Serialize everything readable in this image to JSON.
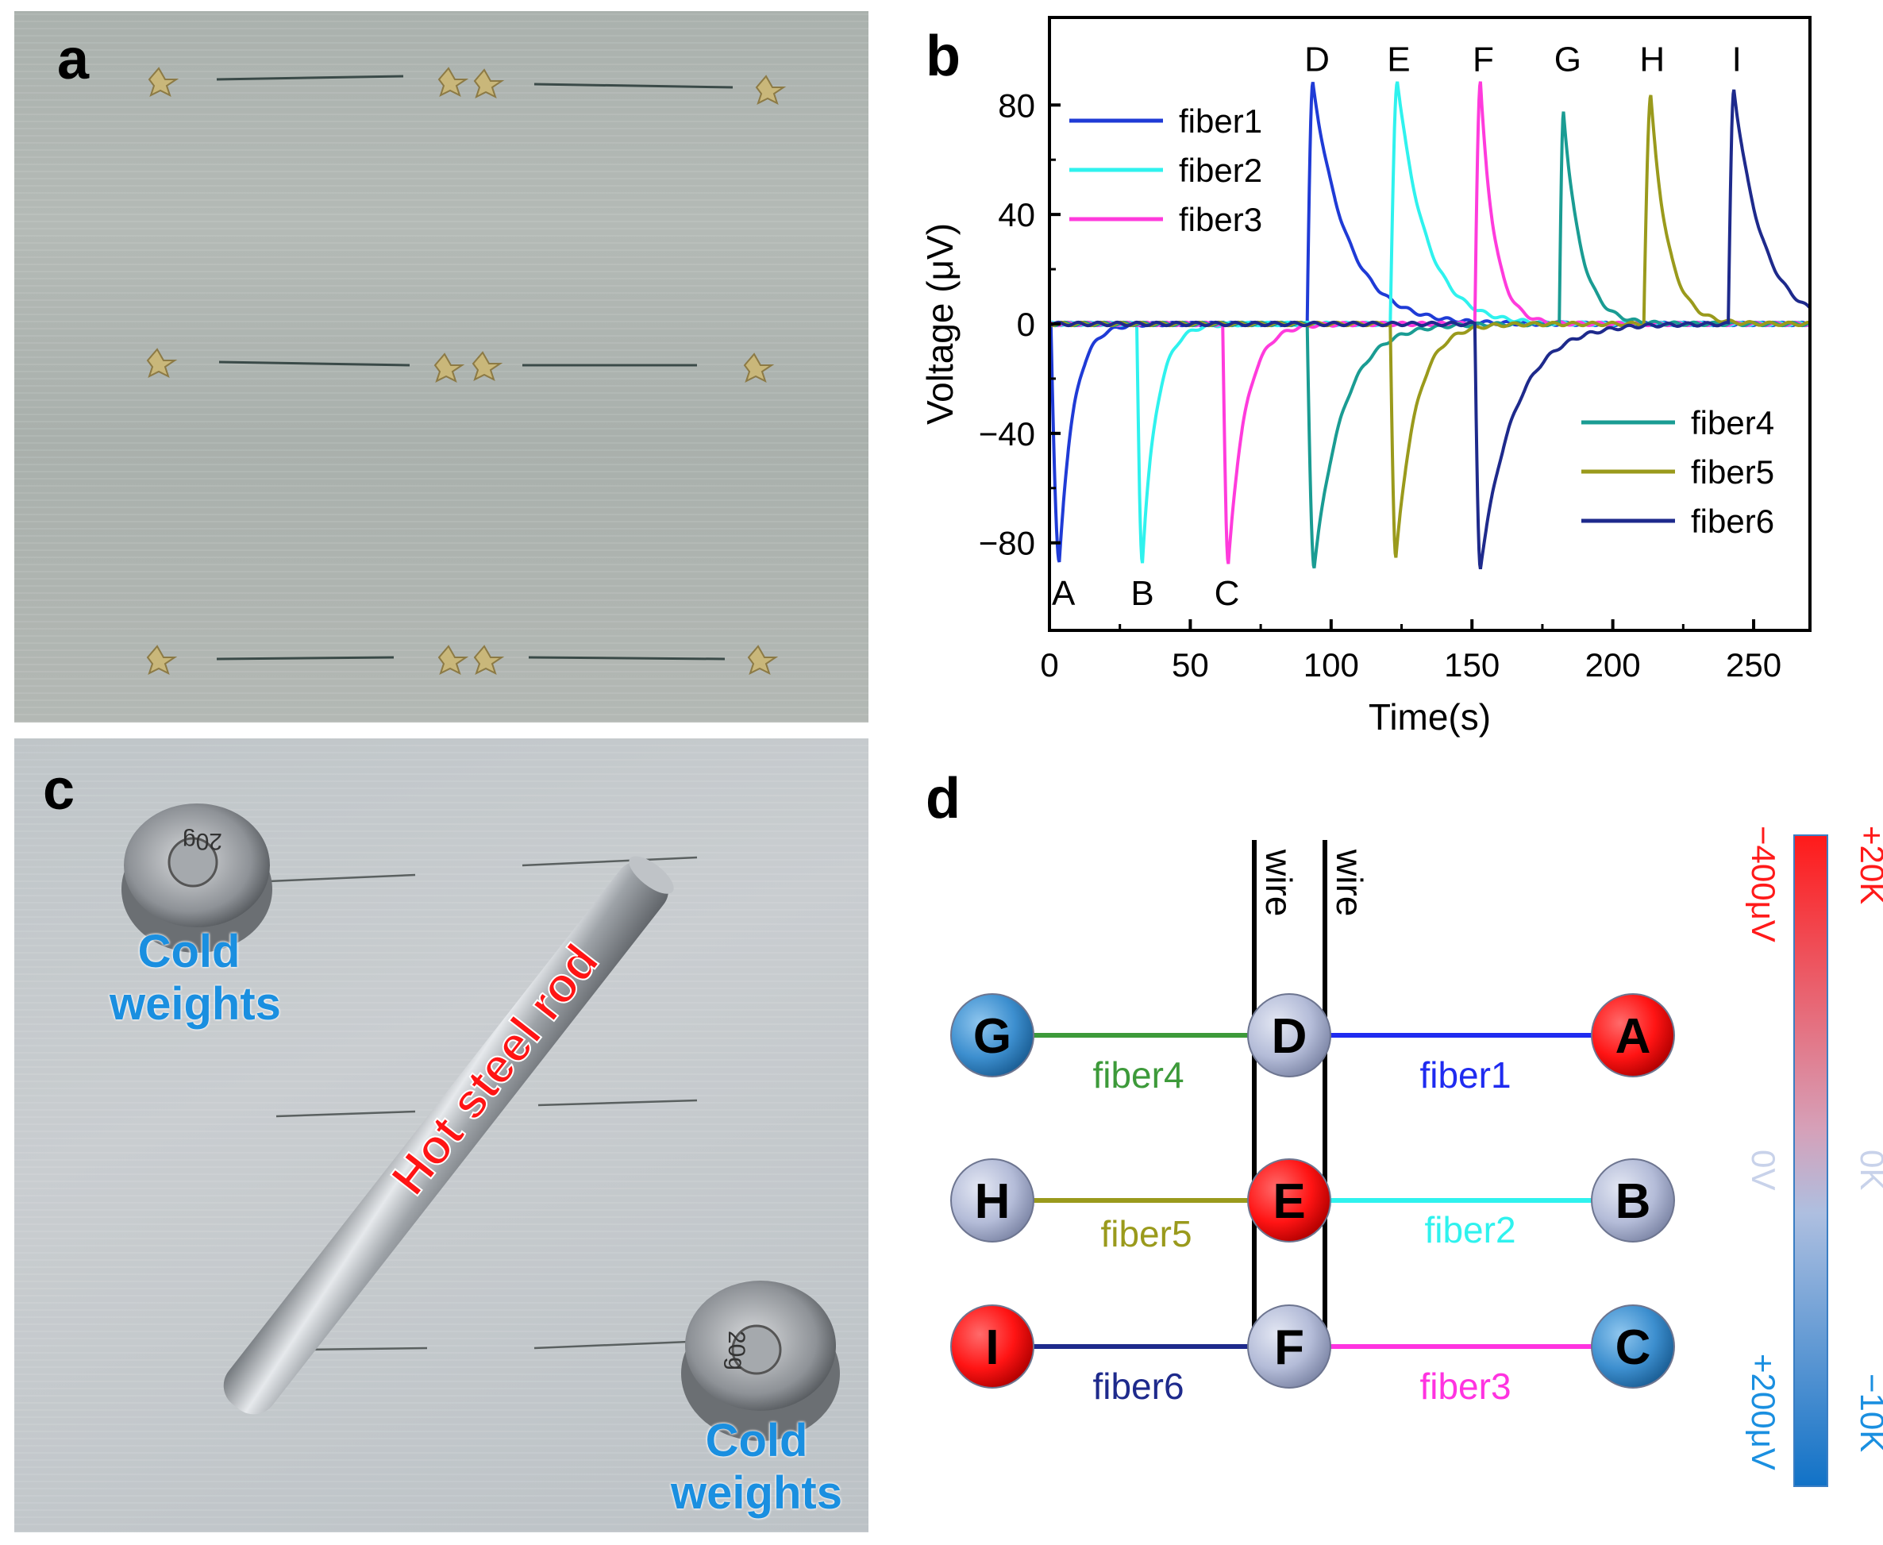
{
  "panels": {
    "a": {
      "label": "a"
    },
    "b": {
      "label": "b"
    },
    "c": {
      "label": "c",
      "rod_label": "Hot steel rod",
      "weights_label_1": "Cold\nweights",
      "weights_label_2": "Cold\nweights",
      "weight_marking": "20g"
    },
    "d": {
      "label": "d"
    }
  },
  "chart_data": {
    "type": "line",
    "xlabel": "Time(s)",
    "ylabel": "Voltage (μV)",
    "xlim": [
      0,
      270
    ],
    "ylim": [
      -112,
      112
    ],
    "xticks": [
      0,
      50,
      100,
      150,
      200,
      250
    ],
    "yticks": [
      -80,
      -40,
      0,
      40,
      80
    ],
    "grid": false,
    "legend_groups": [
      [
        "fiber1",
        "fiber2",
        "fiber3"
      ],
      [
        "fiber4",
        "fiber5",
        "fiber6"
      ]
    ],
    "series": [
      {
        "name": "fiber1",
        "color": "#1f3bd6",
        "pulses": [
          {
            "t": 0.5,
            "peak": -87,
            "rise": 3,
            "tau": 5
          },
          {
            "t": 91.5,
            "peak": 88,
            "rise": 2,
            "tau": 12
          }
        ]
      },
      {
        "name": "fiber2",
        "color": "#2ff2ee",
        "pulses": [
          {
            "t": 31,
            "peak": -87,
            "rise": 2,
            "tau": 5
          },
          {
            "t": 121,
            "peak": 89,
            "rise": 2.5,
            "tau": 10
          }
        ]
      },
      {
        "name": "fiber3",
        "color": "#ff3bdc",
        "pulses": [
          {
            "t": 61.5,
            "peak": -88,
            "rise": 2,
            "tau": 6
          },
          {
            "t": 151,
            "peak": 88,
            "rise": 2,
            "tau": 5
          }
        ]
      },
      {
        "name": "fiber4",
        "color": "#1a9c93",
        "pulses": [
          {
            "t": 91.5,
            "peak": -89,
            "rise": 2.5,
            "tau": 10
          },
          {
            "t": 181,
            "peak": 78,
            "rise": 1.5,
            "tau": 6
          }
        ]
      },
      {
        "name": "fiber5",
        "color": "#9a9a1c",
        "pulses": [
          {
            "t": 121,
            "peak": -86,
            "rise": 2,
            "tau": 7
          },
          {
            "t": 211,
            "peak": 83,
            "rise": 2.5,
            "tau": 6
          }
        ]
      },
      {
        "name": "fiber6",
        "color": "#1e2a8c",
        "pulses": [
          {
            "t": 151,
            "peak": -89,
            "rise": 2,
            "tau": 12
          },
          {
            "t": 241,
            "peak": 86,
            "rise": 2,
            "tau": 10
          }
        ]
      }
    ],
    "annotations": [
      {
        "text": "A",
        "x": 5,
        "y": -98
      },
      {
        "text": "B",
        "x": 33,
        "y": -98
      },
      {
        "text": "C",
        "x": 63,
        "y": -98
      },
      {
        "text": "D",
        "x": 95,
        "y": 97
      },
      {
        "text": "E",
        "x": 124,
        "y": 97
      },
      {
        "text": "F",
        "x": 154,
        "y": 97
      },
      {
        "text": "G",
        "x": 184,
        "y": 97
      },
      {
        "text": "H",
        "x": 214,
        "y": 97
      },
      {
        "text": "I",
        "x": 244,
        "y": 97
      }
    ]
  },
  "diagram": {
    "wire_label": "wire",
    "nodes": {
      "G": {
        "label": "G",
        "color": "blue"
      },
      "D": {
        "label": "D",
        "color": "neutral"
      },
      "A": {
        "label": "A",
        "color": "red"
      },
      "H": {
        "label": "H",
        "color": "neutral"
      },
      "E": {
        "label": "E",
        "color": "red"
      },
      "B": {
        "label": "B",
        "color": "neutral"
      },
      "I": {
        "label": "I",
        "color": "red"
      },
      "F": {
        "label": "F",
        "color": "neutral"
      },
      "C": {
        "label": "C",
        "color": "blue"
      }
    },
    "fibers": [
      {
        "label": "fiber4",
        "color": "#3d9a3a"
      },
      {
        "label": "fiber1",
        "color": "#1f2bf0"
      },
      {
        "label": "fiber5",
        "color": "#9a9a1c"
      },
      {
        "label": "fiber2",
        "color": "#2ff2ee"
      },
      {
        "label": "fiber6",
        "color": "#1e2a8c"
      },
      {
        "label": "fiber3",
        "color": "#ff33e0"
      }
    ],
    "colorbar": {
      "left_top": "−400μV",
      "left_mid": "0V",
      "left_bottom": "+200μV",
      "right_top": "+20K",
      "right_mid": "0K",
      "right_bottom": "−10K"
    }
  },
  "colors": {
    "red": "#ff1a1a",
    "blue_text": "#1a8fe0",
    "neutral_node": "#b7bfd9"
  }
}
